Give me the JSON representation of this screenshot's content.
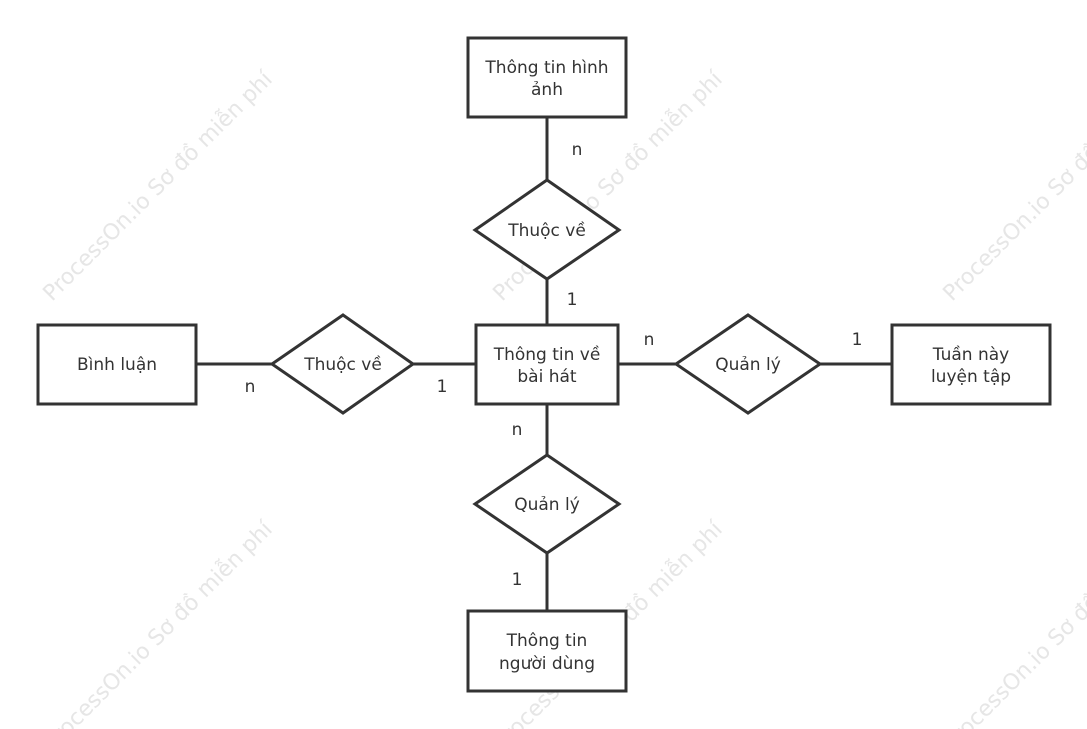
{
  "watermark": {
    "text": "ProcessOn.io Sơ đồ miễn phí"
  },
  "entities": {
    "image_info": {
      "lines": [
        "Thông tin hình",
        "ảnh"
      ]
    },
    "comment": {
      "lines": [
        "Bình luận"
      ]
    },
    "song_info": {
      "lines": [
        "Thông tin về",
        "bài hát"
      ]
    },
    "practice_week": {
      "lines": [
        "Tuần này",
        "luyện tập"
      ]
    },
    "user_info": {
      "lines": [
        "Thông tin",
        "người dùng"
      ]
    }
  },
  "relationships": {
    "belongs_top": {
      "label": "Thuộc về"
    },
    "belongs_left": {
      "label": "Thuộc về"
    },
    "manage_right": {
      "label": "Quản lý"
    },
    "manage_bottom": {
      "label": "Quản lý"
    }
  },
  "cardinalities": {
    "top_upper": "n",
    "top_lower": "1",
    "left_outer": "n",
    "left_inner": "1",
    "right_inner": "n",
    "right_outer": "1",
    "bottom_upper": "n",
    "bottom_lower": "1"
  },
  "colors": {
    "stroke": "#333333",
    "text": "#333333",
    "watermark": "#e6e6e6",
    "background": "#ffffff"
  }
}
